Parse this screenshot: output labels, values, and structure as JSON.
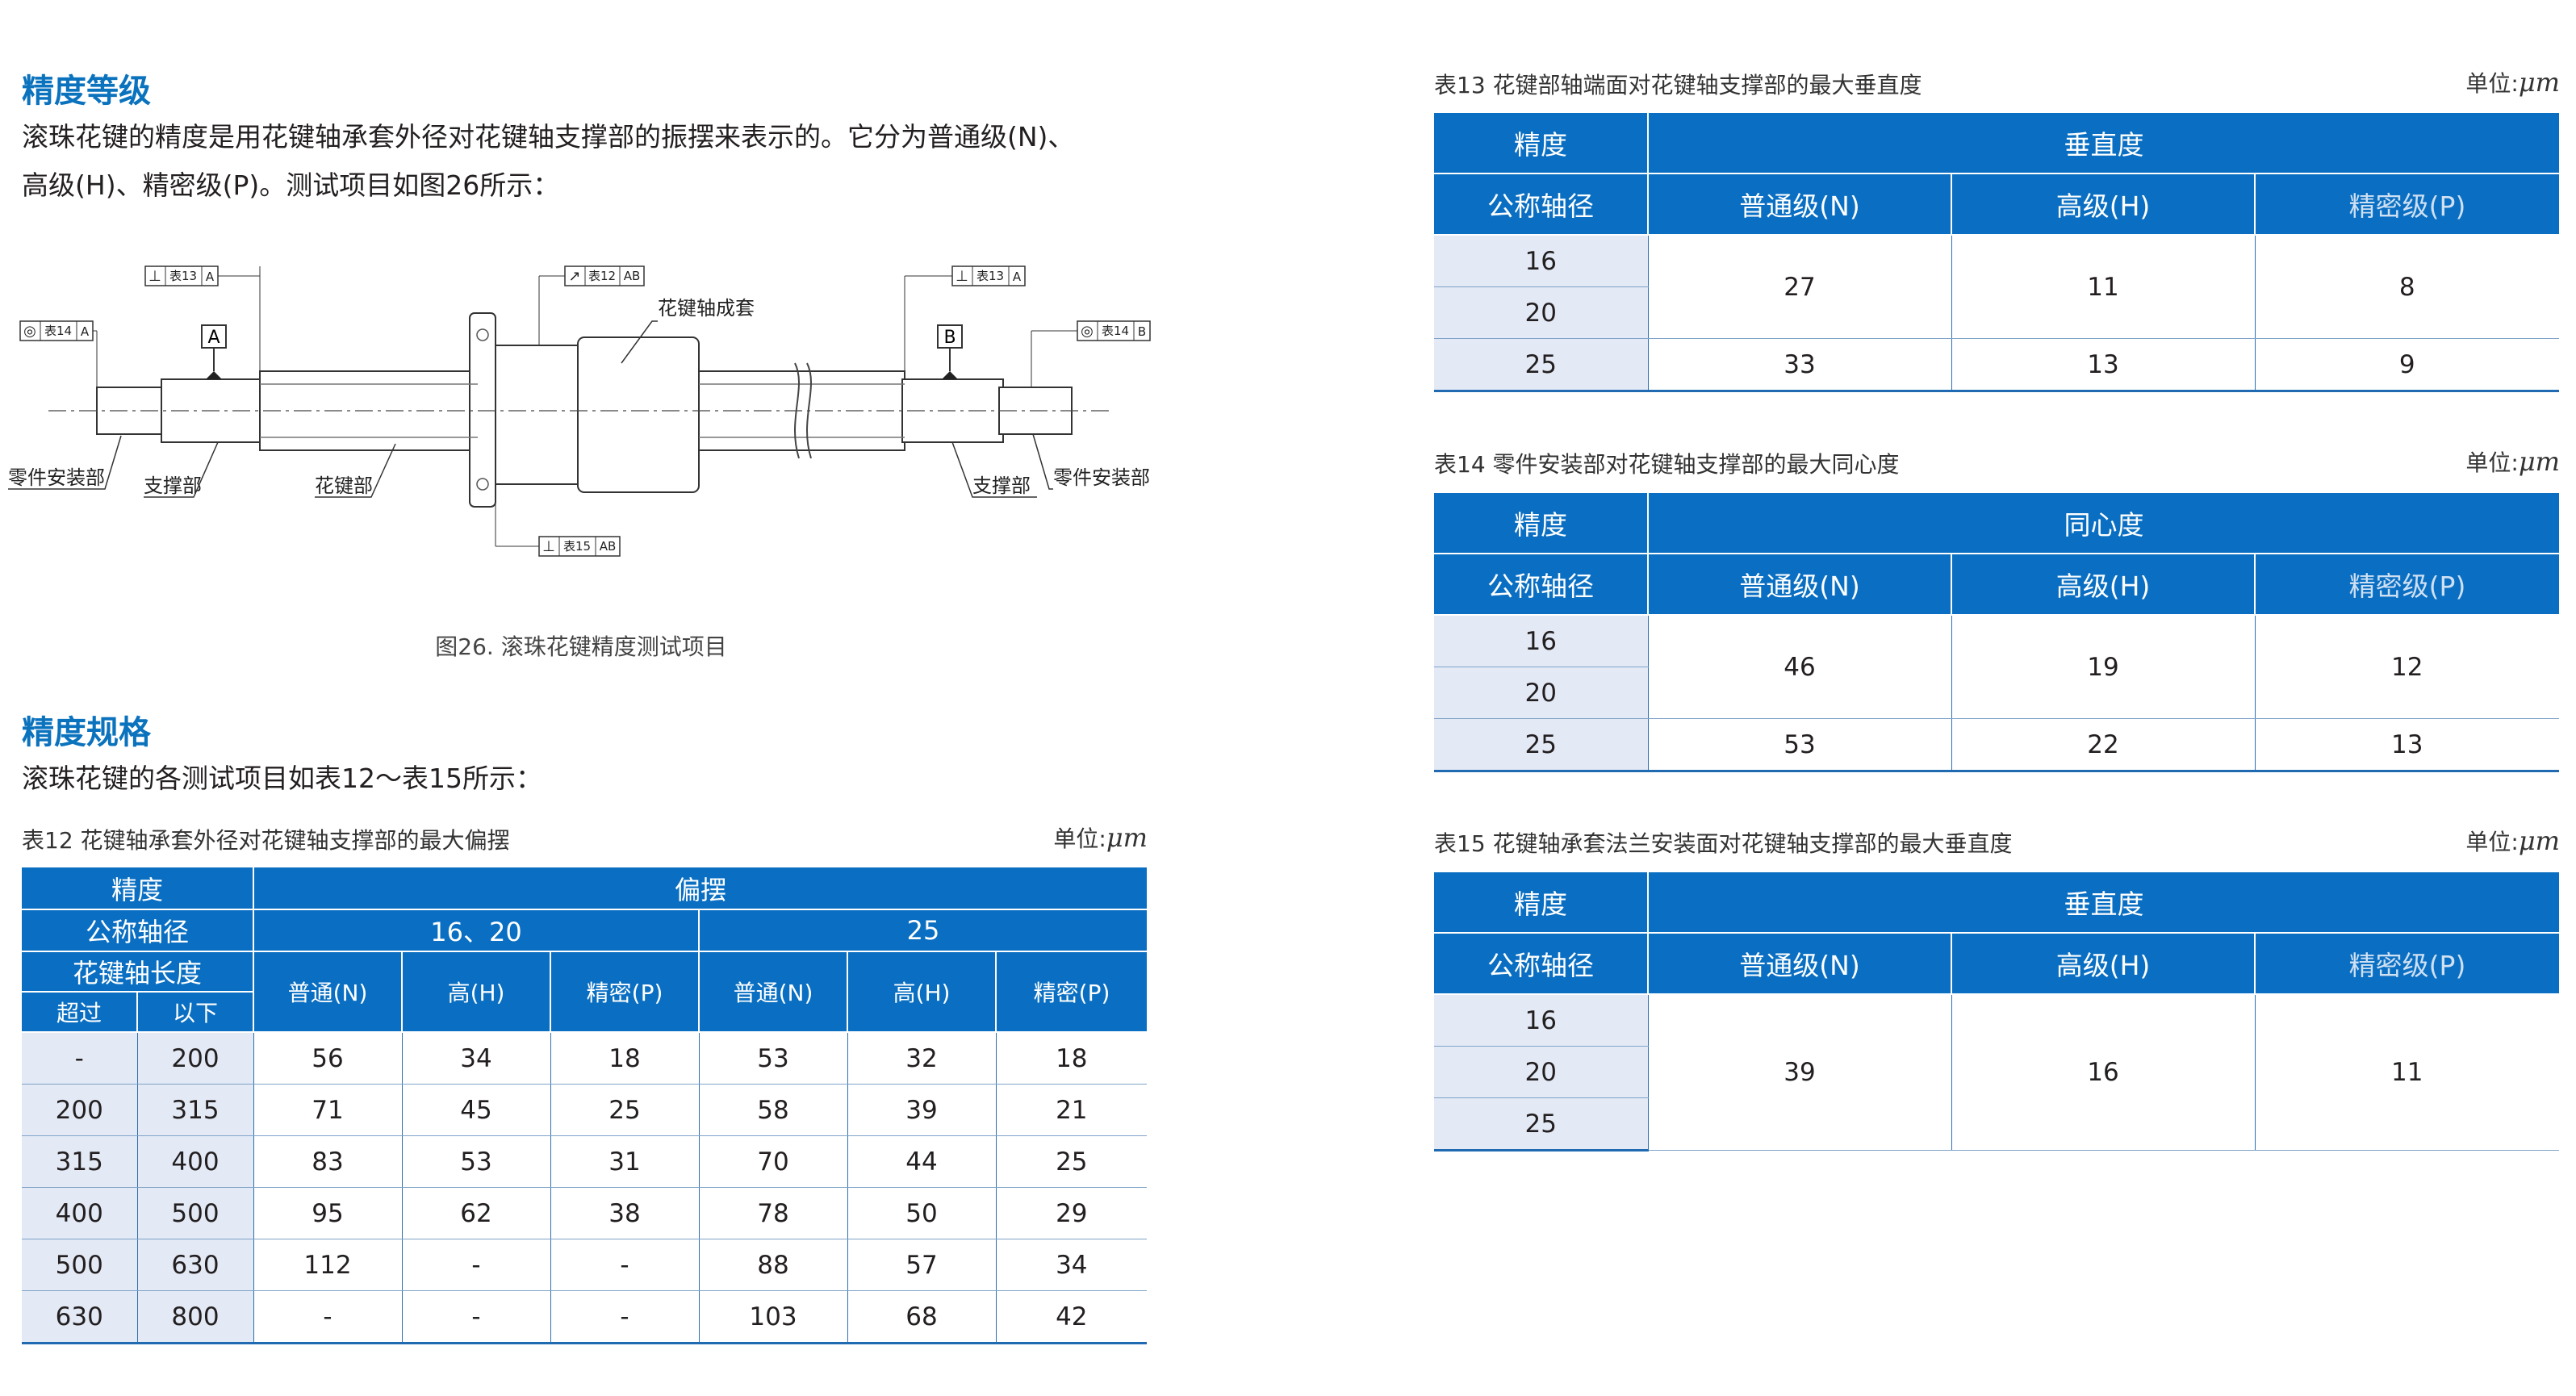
{
  "left": {
    "heading1": "精度等级",
    "para1_line1": "滚珠花键的精度是用花键轴承套外径对花键轴支撑部的振摆来表示的。它分为普通级(N)、",
    "para1_line2": "高级(H)、精密级(P)。测试项目如图26所示：",
    "diagram": {
      "caption": "图26. 滚珠花键精度测试项目",
      "labels": {
        "spline_nut_assembly": "花键轴成套",
        "part_mount_left": "零件安装部",
        "support_left": "支撑部",
        "spline": "花键部",
        "support_right": "支撑部",
        "part_mount_right": "零件安装部"
      },
      "datum_a": "A",
      "datum_b": "B",
      "frames": {
        "f1_ref": "表13",
        "f1_datum": "A",
        "f2_ref": "表12",
        "f2_datum": "AB",
        "f3_ref": "表13",
        "f3_datum": "A",
        "f4_ref": "表14",
        "f4_datum": "A",
        "f5_ref": "表14",
        "f5_datum": "B",
        "f6_ref": "表15",
        "f6_datum": "AB"
      }
    },
    "heading2": "精度规格",
    "para2": "滚珠花键的各测试项目如表12～表15所示：",
    "table12": {
      "caption": "表12 花键轴承套外径对花键轴支撑部的最大偏摆",
      "unit_prefix": "单位:",
      "unit_symbol": "μm",
      "h_precision": "精度",
      "h_runout": "偏摆",
      "h_nominal": "公称轴径",
      "h_group1": "16、20",
      "h_group2": "25",
      "h_length": "花键轴长度",
      "h_over": "超过",
      "h_below": "以下",
      "h_cols": [
        "普通(N)",
        "高(H)",
        "精密(P)",
        "普通(N)",
        "高(H)",
        "精密(P)"
      ],
      "rows": [
        [
          "-",
          "200",
          "56",
          "34",
          "18",
          "53",
          "32",
          "18"
        ],
        [
          "200",
          "315",
          "71",
          "45",
          "25",
          "58",
          "39",
          "21"
        ],
        [
          "315",
          "400",
          "83",
          "53",
          "31",
          "70",
          "44",
          "25"
        ],
        [
          "400",
          "500",
          "95",
          "62",
          "38",
          "78",
          "50",
          "29"
        ],
        [
          "500",
          "630",
          "112",
          "-",
          "-",
          "88",
          "57",
          "34"
        ],
        [
          "630",
          "800",
          "-",
          "-",
          "-",
          "103",
          "68",
          "42"
        ]
      ]
    }
  },
  "right": {
    "table13": {
      "caption": "表13 花键部轴端面对花键轴支撑部的最大垂直度",
      "unit_prefix": "单位:",
      "unit_symbol": "μm",
      "h_precision": "精度",
      "h_metric": "垂直度",
      "h_nominal": "公称轴径",
      "h_n": "普通级(N)",
      "h_h": "高级(H)",
      "h_p": "精密级(P)",
      "d": [
        "16",
        "20",
        "25"
      ],
      "v_1620": [
        "27",
        "11",
        "8"
      ],
      "v_25": [
        "33",
        "13",
        "9"
      ]
    },
    "table14": {
      "caption": "表14 零件安装部对花键轴支撑部的最大同心度",
      "unit_prefix": "单位:",
      "unit_symbol": "μm",
      "h_precision": "精度",
      "h_metric": "同心度",
      "h_nominal": "公称轴径",
      "h_n": "普通级(N)",
      "h_h": "高级(H)",
      "h_p": "精密级(P)",
      "d": [
        "16",
        "20",
        "25"
      ],
      "v_1620": [
        "46",
        "19",
        "12"
      ],
      "v_25": [
        "53",
        "22",
        "13"
      ]
    },
    "table15": {
      "caption": "表15 花键轴承套法兰安装面对花键轴支撑部的最大垂直度",
      "unit_prefix": "单位:",
      "unit_symbol": "μm",
      "h_precision": "精度",
      "h_metric": "垂直度",
      "h_nominal": "公称轴径",
      "h_n": "普通级(N)",
      "h_h": "高级(H)",
      "h_p": "精密级(P)",
      "d": [
        "16",
        "20",
        "25"
      ],
      "v_all": [
        "39",
        "16",
        "11"
      ]
    }
  }
}
